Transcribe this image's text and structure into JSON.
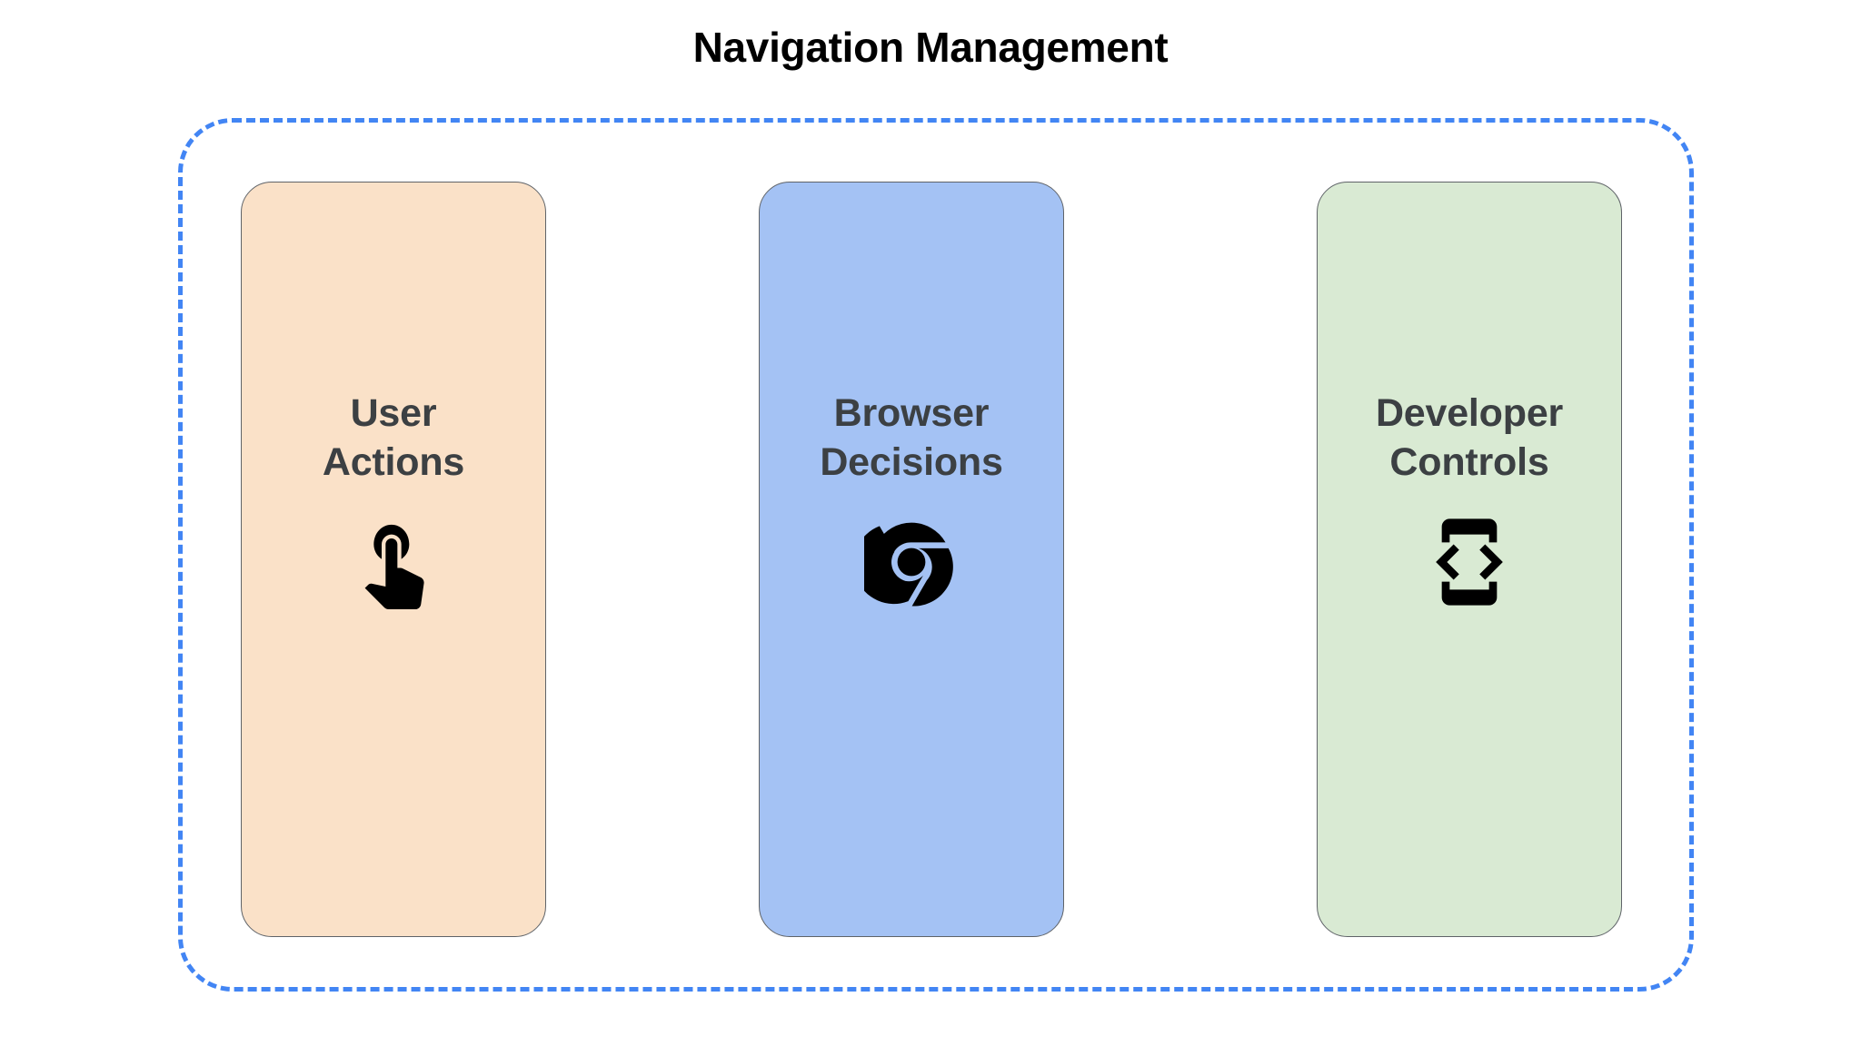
{
  "diagram": {
    "title": "Navigation Management",
    "boundary": {
      "name": "navigation-boundary",
      "style": "dashed",
      "color": "#4285f4"
    },
    "cards": [
      {
        "id": "user-actions",
        "label": "User\nActions",
        "label_line1": "User",
        "label_line2": "Actions",
        "background": "#fae1c8",
        "text_color": "#3c4043",
        "icon": "touch-app-icon"
      },
      {
        "id": "browser-decisions",
        "label": "Browser\nDecisions",
        "label_line1": "Browser",
        "label_line2": "Decisions",
        "background": "#a4c2f4",
        "text_color": "#3c4043",
        "icon": "chrome-logo-icon"
      },
      {
        "id": "developer-controls",
        "label": "Developer\nControls",
        "label_line1": "Developer",
        "label_line2": "Controls",
        "background": "#d9ead3",
        "text_color": "#3c4043",
        "icon": "developer-mode-icon"
      }
    ]
  }
}
